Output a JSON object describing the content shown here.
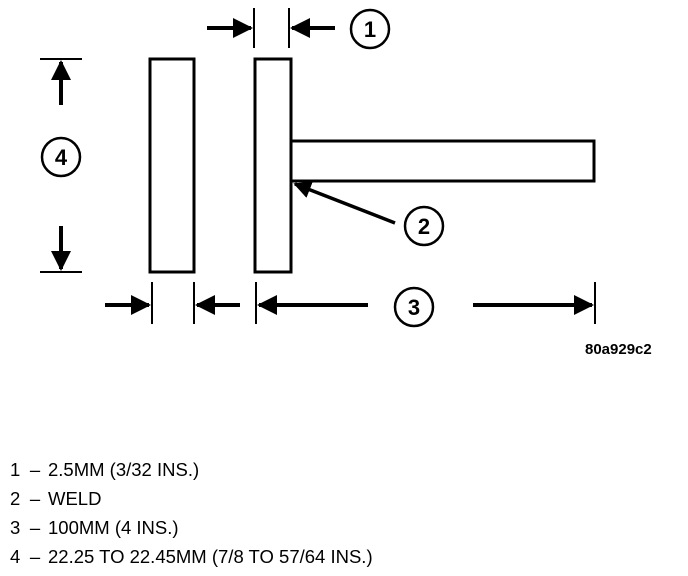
{
  "diagram": {
    "callouts": [
      "1",
      "2",
      "3",
      "4"
    ],
    "reference_code": "80a929c2"
  },
  "legend": [
    {
      "number": "1",
      "separator": "–",
      "text": "2.5MM (3/32 INS.)"
    },
    {
      "number": "2",
      "separator": "–",
      "text": "WELD"
    },
    {
      "number": "3",
      "separator": "–",
      "text": "100MM (4 INS.)"
    },
    {
      "number": "4",
      "separator": "–",
      "text": "22.25 TO 22.45MM (7/8 TO 57/64 INS.)"
    }
  ]
}
